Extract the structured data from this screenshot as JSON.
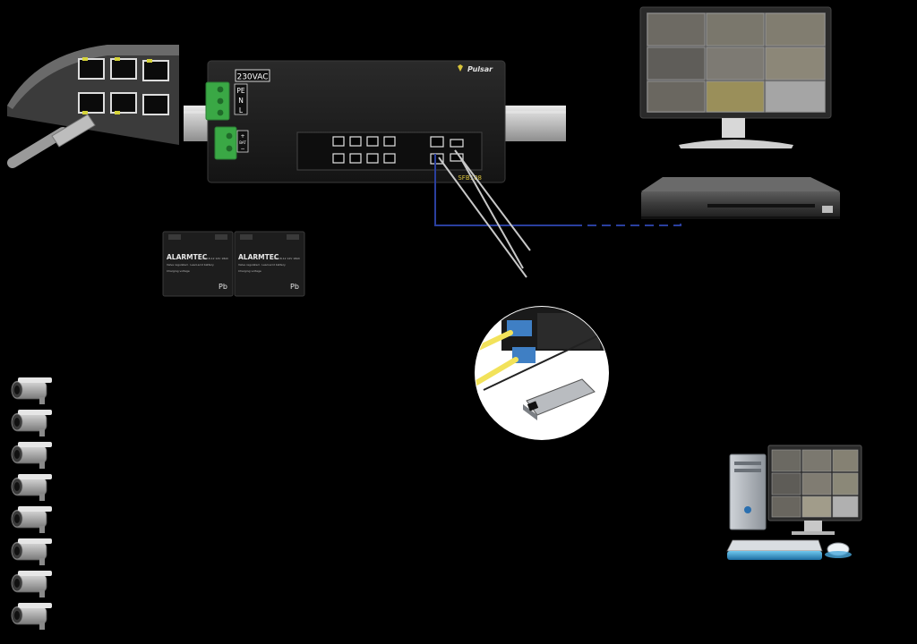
{
  "switch_unit": {
    "brand": "Pulsar",
    "model": "SFB108",
    "power_label": "230VAC",
    "terminal_ac": [
      "PE",
      "N",
      "L"
    ],
    "terminal_bat": [
      "+",
      "BAT",
      "−"
    ]
  },
  "batteries": [
    {
      "brand": "ALARMTEC",
      "model": "BP 18-12 12V 18Ah",
      "line1": "Valve regulated · Lead-acid battery",
      "line2": "Charging voltage",
      "mark": "Pb"
    },
    {
      "brand": "ALARMTEC",
      "model": "BP 18-12 12V 18Ah",
      "line1": "Valve regulated · Lead-acid battery",
      "line2": "Charging voltage",
      "mark": "Pb"
    }
  ],
  "camera_count": 8,
  "colors": {
    "utp_cable": "#2a3f9e",
    "fiber_cable": "#c8c8c8",
    "terminal_green": "#3aa845",
    "device_body": "#1c1c1c"
  }
}
